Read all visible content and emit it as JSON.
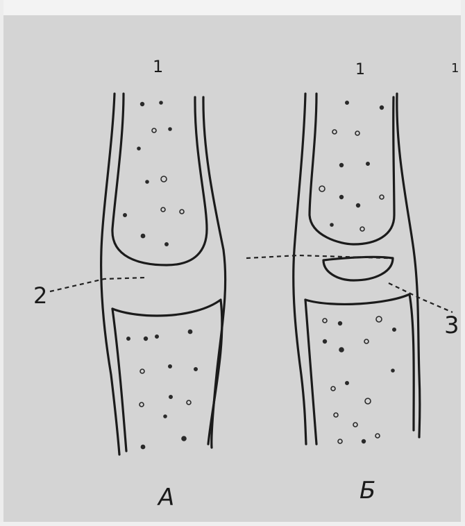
{
  "labels": {
    "bone_left": "1",
    "bone_right": "1",
    "edge_mark": "1",
    "left_arrow": "2",
    "right_arrow": "3",
    "panel_a": "А",
    "panel_b": "Б"
  }
}
